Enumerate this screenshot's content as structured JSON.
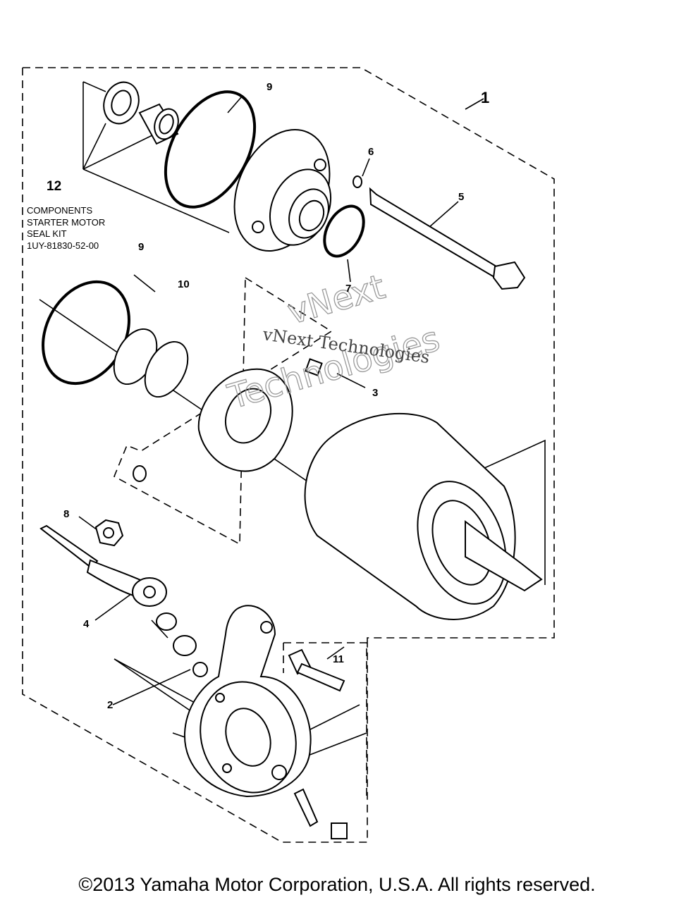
{
  "callouts": {
    "c1": "1",
    "c2": "2",
    "c3": "3",
    "c4": "4",
    "c5": "5",
    "c6": "6",
    "c7": "7",
    "c8": "8",
    "c9a": "9",
    "c9b": "9",
    "c10": "10",
    "c11": "11",
    "c12": "12"
  },
  "kit_note": {
    "line1": "COMPONENTS",
    "line2": "STARTER MOTOR",
    "line3": "SEAL KIT",
    "line4": "1UY-81830-52-00"
  },
  "watermark": {
    "serif_text": "vNext Technologies",
    "outline_line1": "vNext",
    "outline_line2": "Technologies"
  },
  "footer": {
    "copyright": "©2013 Yamaha Motor Corporation, U.S.A. All rights reserved."
  }
}
